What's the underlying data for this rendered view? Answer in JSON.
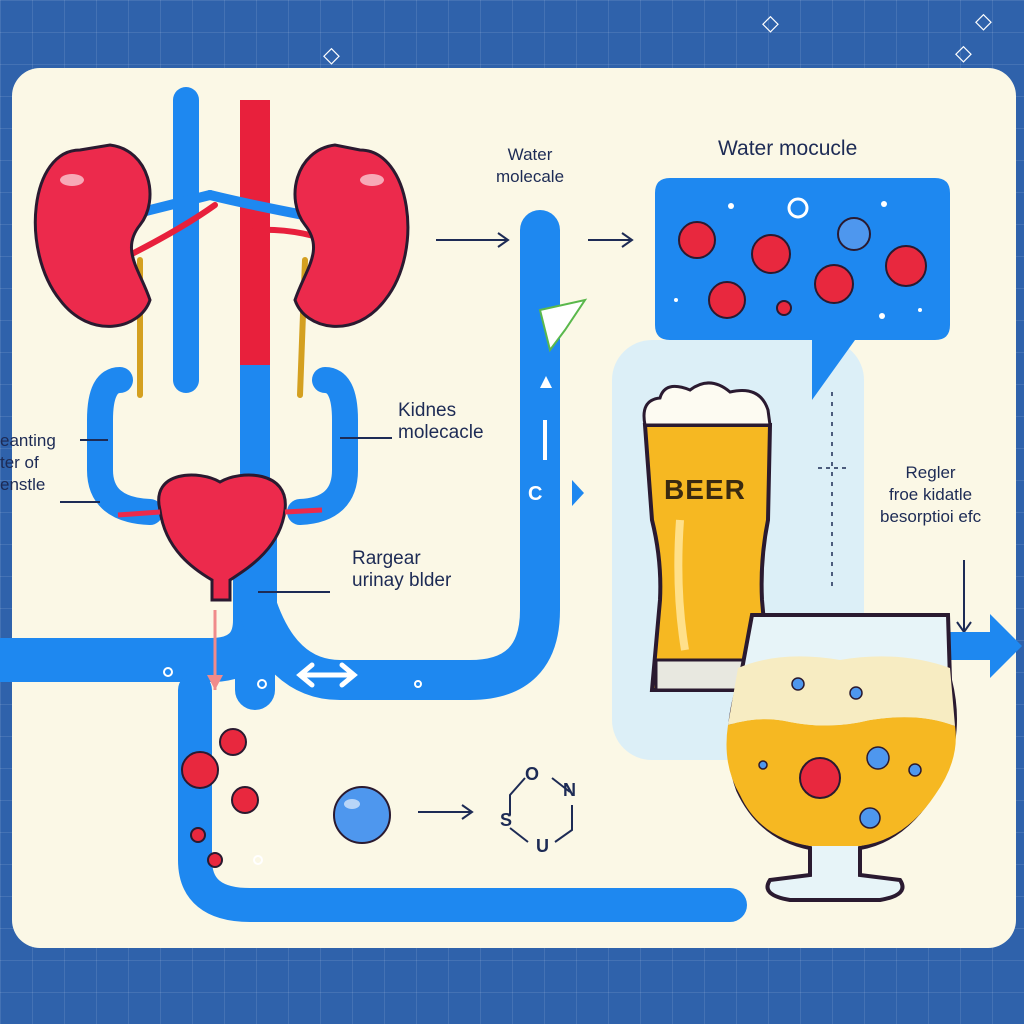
{
  "labels": {
    "water_molecule_mid": "Water\nmolecale",
    "water_molecule_top": "Water mocucle",
    "kidneys": "Kidnes\nmolecacle",
    "left_partial": "eanting\nter of\nenstle",
    "bladder": "Rargear\nurinay blder",
    "regular": "Regler\nfroe kidatle\nbesorptioi efc",
    "beer": "BEER"
  },
  "molecule": {
    "o": "O",
    "n": "N",
    "s": "S",
    "u": "U"
  },
  "colors": {
    "background": "#2f62ab",
    "panel": "#fbf8e6",
    "flow": "#1e88f0",
    "blood": "#e8203c",
    "beer": "#f6b822"
  }
}
